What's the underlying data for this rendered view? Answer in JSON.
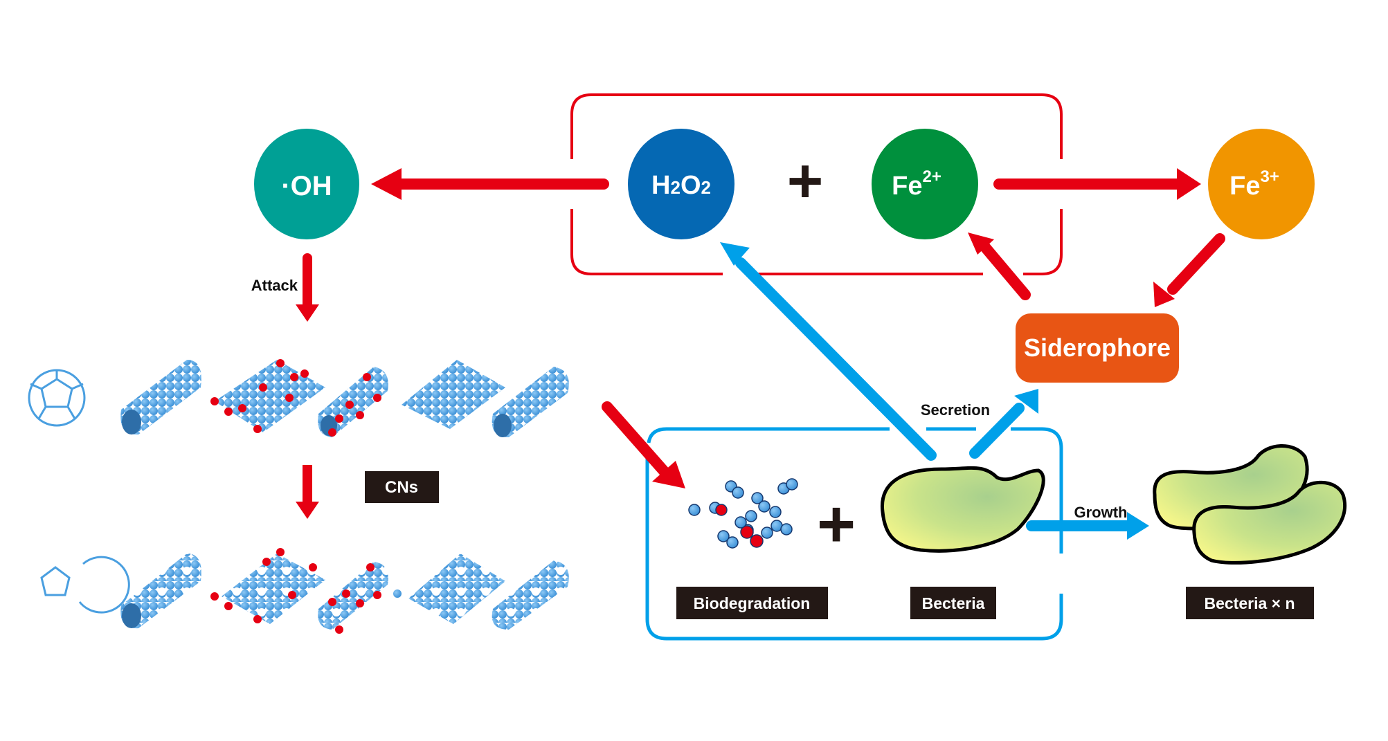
{
  "nodes": {
    "oh": {
      "label": "·OH",
      "color": "#00a095"
    },
    "h2o2": {
      "label_main": "H",
      "sub1": "2",
      "mid": "O",
      "sub2": "2",
      "color": "#0568b3"
    },
    "plus_top": {
      "label": "+"
    },
    "fe2": {
      "label": "Fe",
      "sup": "2+",
      "color": "#00903d"
    },
    "fe3": {
      "label": "Fe",
      "sup": "3+",
      "color": "#f19500"
    },
    "siderophore": {
      "label": "Siderophore",
      "color": "#e85514"
    }
  },
  "labels": {
    "attack": "Attack",
    "secretion": "Secretion",
    "growth": "Growth",
    "cns": "CNs",
    "biodegradation": "Biodegradation",
    "bacteria": "Becteria",
    "bacteria_n": "Becteria × n",
    "plus_bottom": "+"
  },
  "colors": {
    "red_arrow": "#e60012",
    "blue_arrow": "#00a0e9",
    "label_bg": "#231815",
    "cn_blue": "#4a9fe0",
    "cn_red": "#e60012",
    "bacteria_fill_light": "#f7f78a",
    "bacteria_fill_dark": "#a8d08d"
  },
  "structures": {
    "intact_row": [
      "fullerene",
      "nanotube",
      "graphene-oxidized",
      "nanotube-oxidized",
      "graphene",
      "nanotube-open"
    ],
    "degraded_row": [
      "fullerene-broken",
      "nanotube-degraded",
      "graphene-oxidized-degraded",
      "nanotube-oxidized-degraded",
      "graphene-degraded",
      "nanotube-open-degraded"
    ]
  }
}
